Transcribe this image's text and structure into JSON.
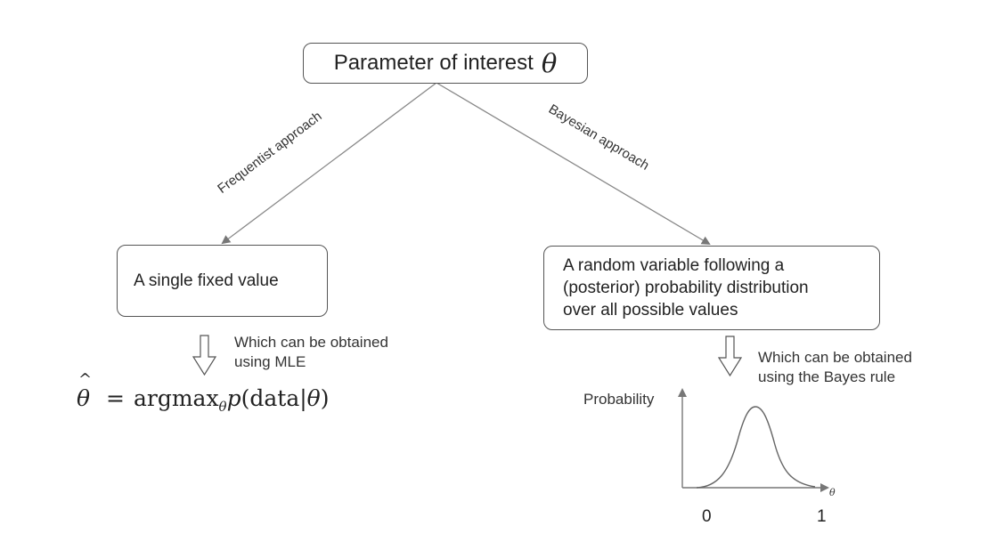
{
  "top_box": {
    "text": "Parameter of interest",
    "symbol": "θ"
  },
  "edges": {
    "left_label": "Frequentist approach",
    "right_label": "Bayesian approach"
  },
  "left_box": {
    "text": "A single fixed value"
  },
  "right_box": {
    "lines": [
      "A random variable following a",
      "(posterior) probability distribution",
      "over all possible values"
    ]
  },
  "left_note": {
    "lines": [
      "Which can be obtained",
      "using MLE"
    ]
  },
  "right_note": {
    "lines": [
      "Which can be obtained",
      "using the Bayes rule"
    ]
  },
  "formula": {
    "lhs": "θ",
    "equals": "=",
    "op": "argmax",
    "op_sub": "θ",
    "func": "p",
    "open": "(",
    "arg": "data",
    "bar": "|",
    "given": "θ",
    "close": ")"
  },
  "plot": {
    "y_label": "Probability",
    "x_symbol": "θ",
    "x_ticks": [
      "0",
      "1"
    ]
  },
  "colors": {
    "line": "#777777",
    "box_border": "#555555",
    "text": "#333333"
  }
}
